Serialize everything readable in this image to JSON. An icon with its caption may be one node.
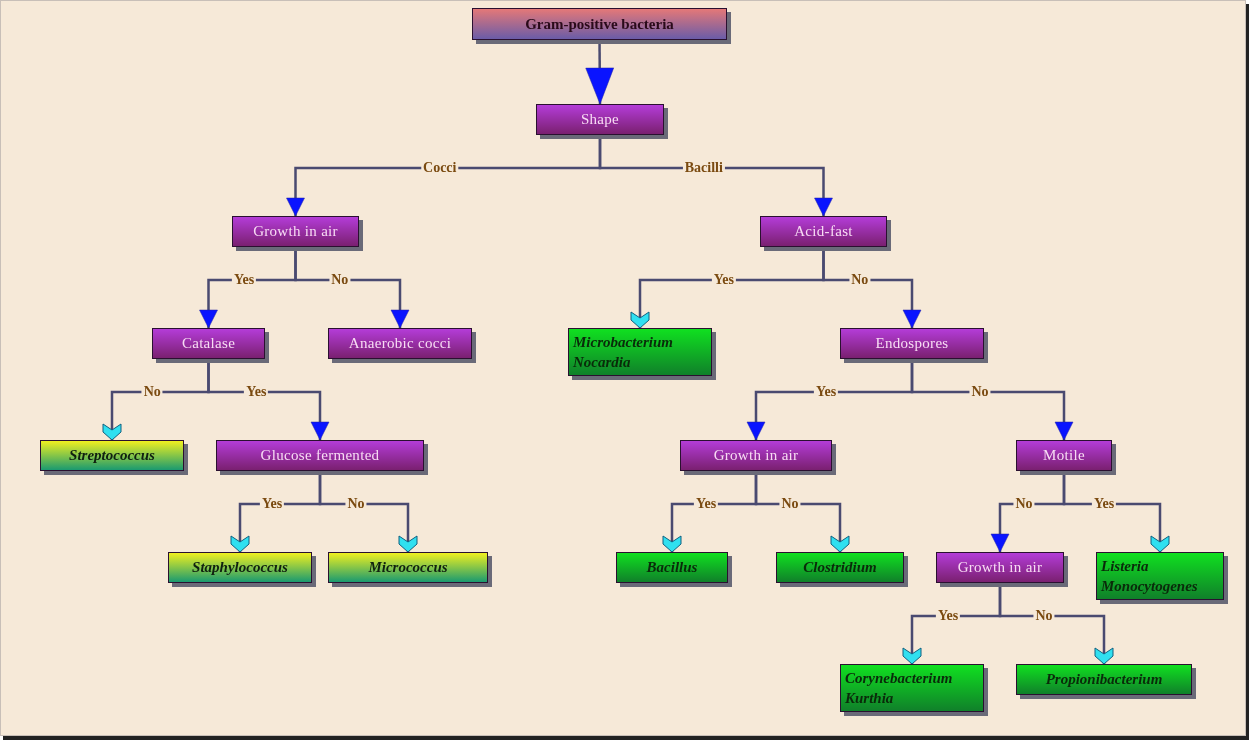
{
  "diagram": {
    "nodes": [
      {
        "text": [
          "Gram-positive bacteria"
        ]
      },
      {
        "text": [
          "Shape"
        ]
      },
      {
        "text": [
          "Growth in air"
        ]
      },
      {
        "text": [
          "Acid-fast"
        ]
      },
      {
        "text": [
          "Catalase"
        ]
      },
      {
        "text": [
          "Anaerobic cocci"
        ]
      },
      {
        "text": [
          "Microbacterium Nocardia"
        ]
      },
      {
        "text": [
          "Endospores"
        ]
      },
      {
        "text": [
          "Streptococcus"
        ]
      },
      {
        "text": [
          "Glucose fermented"
        ]
      },
      {
        "text": [
          "Growth in air"
        ]
      },
      {
        "text": [
          "Motile"
        ]
      },
      {
        "text": [
          "Staphylococcus"
        ]
      },
      {
        "text": [
          "Micrococcus"
        ]
      },
      {
        "text": [
          "Bacillus"
        ]
      },
      {
        "text": [
          "Clostridium"
        ]
      },
      {
        "text": [
          "Growth in air"
        ]
      },
      {
        "text": [
          "Listeria Monocytogenes"
        ]
      },
      {
        "text": [
          "Corynebacterium Kurthia"
        ]
      },
      {
        "text": [
          "Propionibacterium"
        ]
      }
    ],
    "edges": [
      {
        "from": 0,
        "to": 1,
        "arrow": "to"
      },
      {
        "from": 1,
        "to": 2,
        "arrow": "to",
        "label": "Cocci"
      },
      {
        "from": 1,
        "to": 3,
        "arrow": "to",
        "label": "Bacilli"
      },
      {
        "from": 2,
        "to": 4,
        "arrow": "to",
        "label": "Yes"
      },
      {
        "from": 2,
        "to": 5,
        "arrow": "to",
        "label": "No"
      },
      {
        "from": 3,
        "to": 6,
        "arrow": "to",
        "label": "Yes"
      },
      {
        "from": 3,
        "to": 7,
        "arrow": "to",
        "label": "No"
      },
      {
        "from": 4,
        "to": 8,
        "arrow": "to",
        "label": "No"
      },
      {
        "from": 4,
        "to": 9,
        "arrow": "to",
        "label": "Yes"
      },
      {
        "from": 7,
        "to": 10,
        "arrow": "to",
        "label": "Yes"
      },
      {
        "from": 7,
        "to": 11,
        "arrow": "to",
        "label": "No"
      },
      {
        "from": 9,
        "to": 12,
        "arrow": "to",
        "label": "Yes"
      },
      {
        "from": 9,
        "to": 13,
        "arrow": "to",
        "label": "No"
      },
      {
        "from": 10,
        "to": 14,
        "arrow": "to",
        "label": "Yes"
      },
      {
        "from": 10,
        "to": 15,
        "arrow": "to",
        "label": "No"
      },
      {
        "from": 11,
        "to": 16,
        "arrow": "to",
        "label": "No"
      },
      {
        "from": 11,
        "to": 17,
        "arrow": "to",
        "label": "Yes"
      },
      {
        "from": 16,
        "to": 18,
        "arrow": "to",
        "label": "Yes"
      },
      {
        "from": 16,
        "to": 19,
        "arrow": "to",
        "label": "No"
      }
    ]
  }
}
